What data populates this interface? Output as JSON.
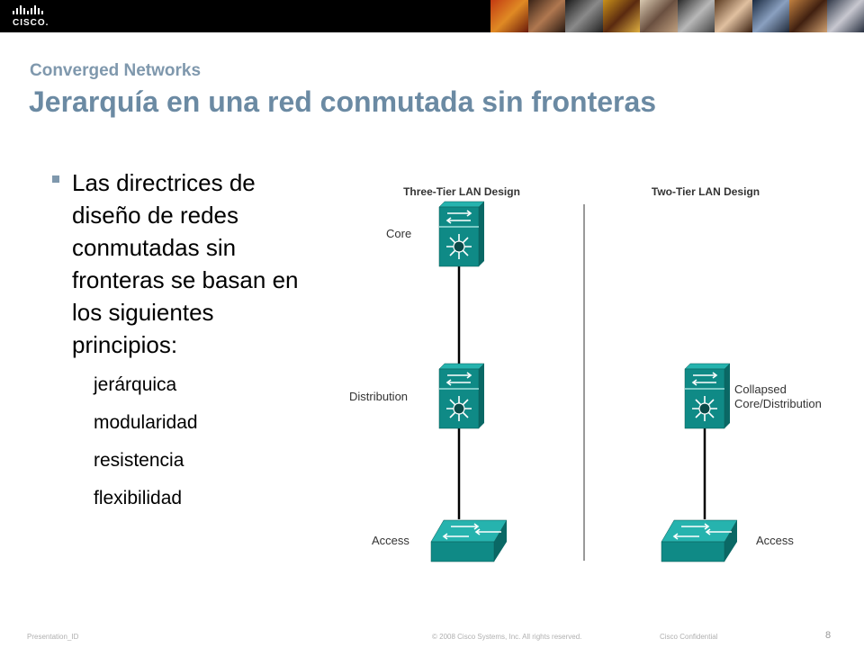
{
  "header": {
    "logo_text": "CISCO."
  },
  "slide": {
    "subtitle": "Converged Networks",
    "title": "Jerarquía en una red conmutada sin fronteras",
    "bullet": "Las directrices de diseño de redes conmutadas sin fronteras  se basan en los siguientes principios:",
    "sub_items": [
      "jerárquica",
      "modularidad",
      "resistencia",
      "flexibilidad"
    ]
  },
  "diagram": {
    "three_tier_title": "Three-Tier LAN Design",
    "two_tier_title": "Two-Tier LAN Design",
    "label_core": "Core",
    "label_distribution": "Distribution",
    "label_access_left": "Access",
    "label_collapsed_1": "Collapsed",
    "label_collapsed_2": "Core/Distribution",
    "label_access_right": "Access",
    "device_color": "#0f8a86"
  },
  "footer": {
    "presentation_id": "Presentation_ID",
    "copyright": "© 2008 Cisco Systems, Inc. All rights reserved.",
    "confidential": "Cisco Confidential",
    "page_number": "8"
  }
}
